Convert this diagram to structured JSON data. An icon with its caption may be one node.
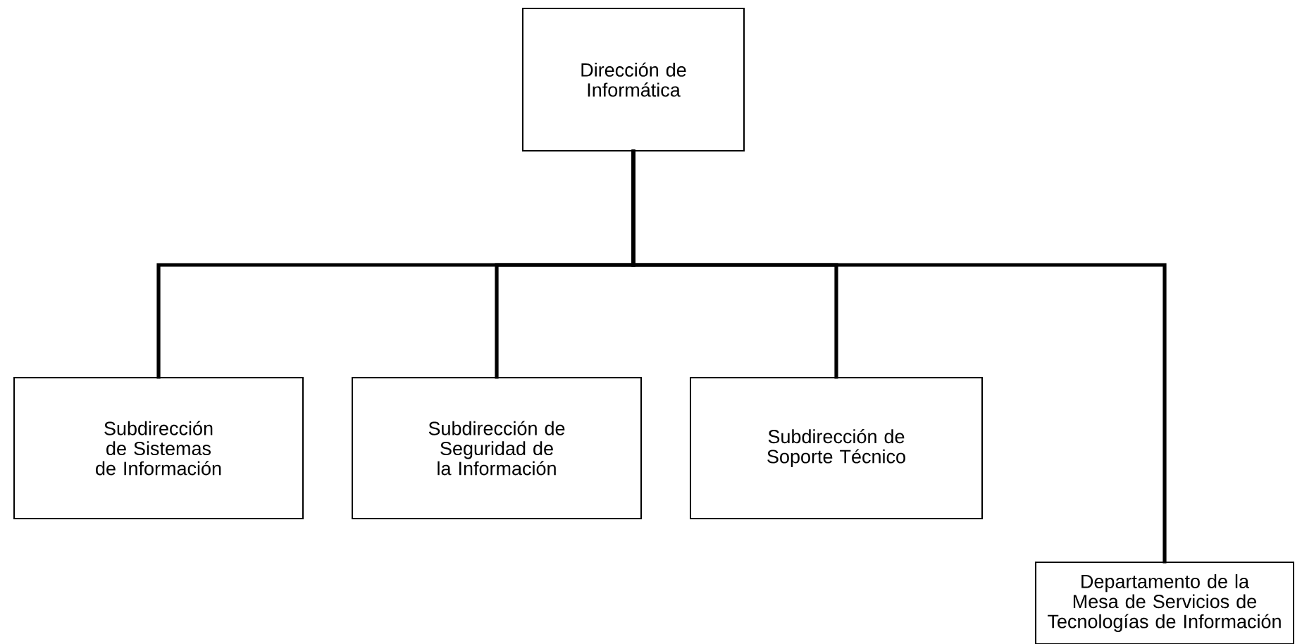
{
  "diagram": {
    "nodes": [
      {
        "text": [
          "Dirección de Informática"
        ]
      },
      {
        "text": [
          "Subdirección de Sistemas de Información"
        ]
      },
      {
        "text": [
          "Subdirección de Seguridad de la Información"
        ]
      },
      {
        "text": [
          "Subdirección de Soporte Técnico"
        ]
      },
      {
        "text": [
          "Departamento de la Mesa de Servicios de Tecnologías de Información"
        ]
      }
    ],
    "edges": [
      {
        "from": 0,
        "to": 1,
        "arrow": "none"
      },
      {
        "from": 0,
        "to": 2,
        "arrow": "none"
      },
      {
        "from": 0,
        "to": 3,
        "arrow": "none"
      },
      {
        "from": 0,
        "to": 4,
        "arrow": "none"
      }
    ]
  }
}
